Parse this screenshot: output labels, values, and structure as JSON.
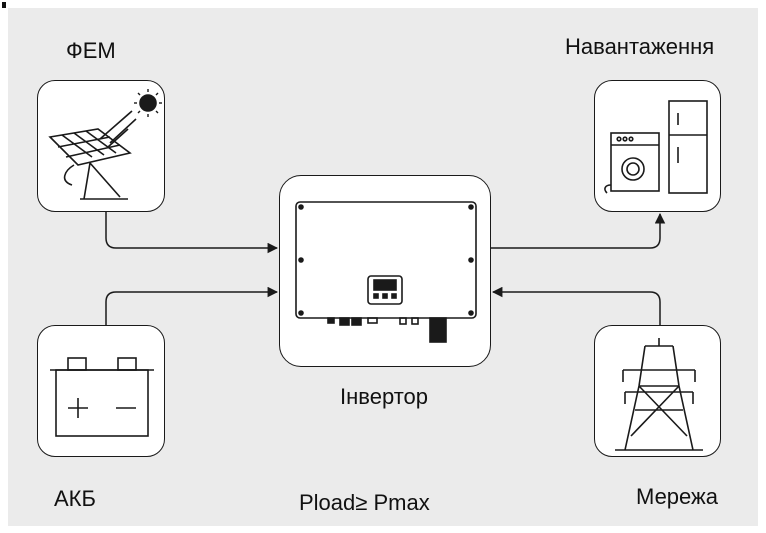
{
  "labels": {
    "pv": "ФЕМ",
    "load": "Навантаження",
    "inverter": "Інвертор",
    "battery": "АКБ",
    "grid": "Мережа",
    "condition": "Pload≥ Pmax"
  },
  "icons": {
    "pv": "solar-panel-icon",
    "load": "home-appliances-icon",
    "inverter": "inverter-icon",
    "battery": "battery-icon",
    "grid": "power-tower-icon"
  },
  "colors": {
    "background": "#ebebeb",
    "box": "#ffffff",
    "stroke": "#1a1a1a"
  }
}
